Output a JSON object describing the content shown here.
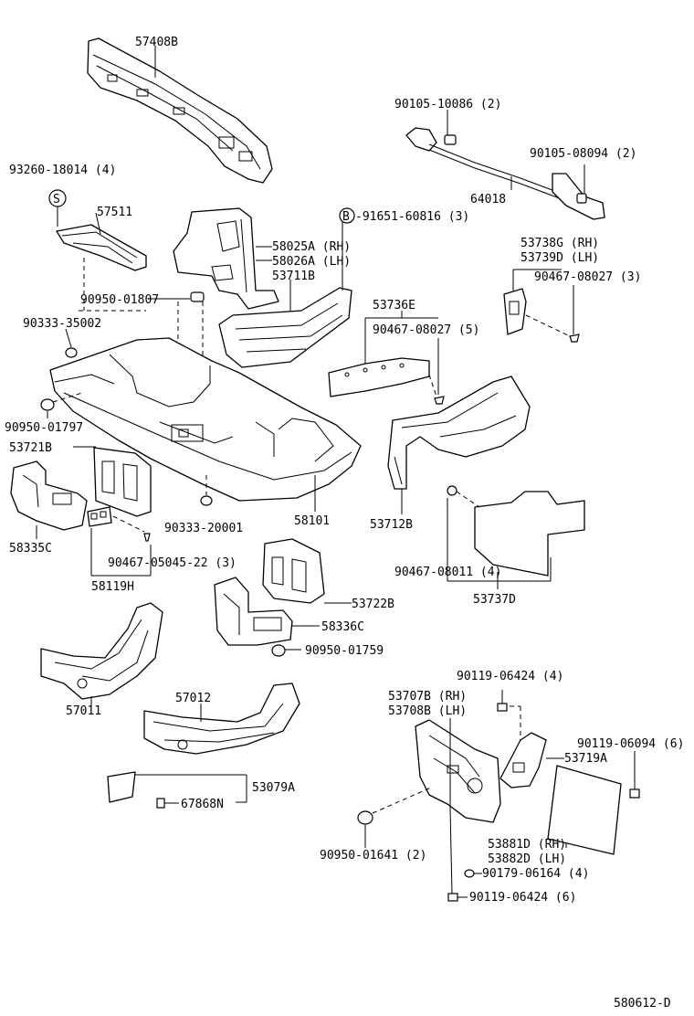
{
  "labels": {
    "p57408B": "57408B",
    "p93260_18014": "93260-18014 (4)",
    "s_symbol": "S",
    "b_symbol": "B",
    "p57511": "57511",
    "p91651_60816": "-91651-60816 (3)",
    "p58025A": "58025A (RH)",
    "p58026A": "58026A (LH)",
    "p53711B": "53711B",
    "p90950_01807": "90950-01807",
    "p90333_35002": "90333-35002",
    "p90950_01797": "90950-01797",
    "p53721B": "53721B",
    "p58335C": "58335C",
    "p90467_05045_22": "90467-05045-22 (3)",
    "p58119H": "58119H",
    "p90333_20001": "90333-20001",
    "p58101": "58101",
    "p90105_10086": "90105-10086 (2)",
    "p90105_08094": "90105-08094 (2)",
    "p64018": "64018",
    "p53738G": "53738G (RH)",
    "p53739D": "53739D (LH)",
    "p90467_08027_3": "90467-08027 (3)",
    "p53736E": "53736E",
    "p90467_08027_5": "90467-08027 (5)",
    "p53712B": "53712B",
    "p90467_08011": "90467-08011 (4)",
    "p53737D": "53737D",
    "p53722B": "53722B",
    "p58336C": "58336C",
    "p90950_01759": "90950-01759",
    "p57011": "57011",
    "p57012": "57012",
    "p53079A": "53079A",
    "p67868N": "67868N",
    "p90119_06424_4": "90119-06424 (4)",
    "p53707B": "53707B (RH)",
    "p53708B": "53708B (LH)",
    "p90119_06094": "90119-06094 (6)",
    "p53719A": "53719A",
    "p53881D": "53881D (RH)",
    "p53882D": "53882D (LH)",
    "p90179_06164": "90179-06164 (4)",
    "p90119_06424_6": "90119-06424 (6)",
    "p90950_01641": "90950-01641 (2)",
    "diagram_code": "580612-D"
  }
}
